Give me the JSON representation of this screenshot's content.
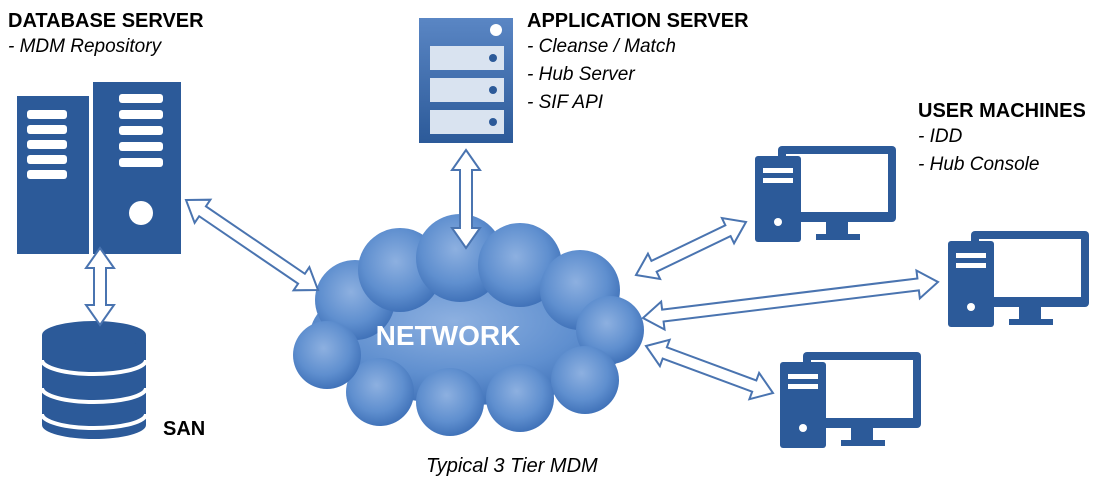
{
  "database_server": {
    "title": "DATABASE SERVER",
    "items": [
      "- MDM Repository"
    ]
  },
  "application_server": {
    "title": "APPLICATION SERVER",
    "items": [
      "- Cleanse / Match",
      "- Hub Server",
      "- SIF API"
    ]
  },
  "user_machines": {
    "title": "USER MACHINES",
    "items": [
      "- IDD",
      "- Hub Console"
    ]
  },
  "san": {
    "label": "SAN"
  },
  "network": {
    "label": "NETWORK"
  },
  "caption": "Typical 3 Tier MDM",
  "colors": {
    "icon": "#2c5a99",
    "cloud_light": "#7ea3d9",
    "cloud_dark": "#3a6cb4",
    "arrow_stroke": "#4a74b0"
  },
  "icons": [
    "database-server-icon",
    "application-server-icon",
    "san-storage-icon",
    "desktop-computer-icon"
  ]
}
